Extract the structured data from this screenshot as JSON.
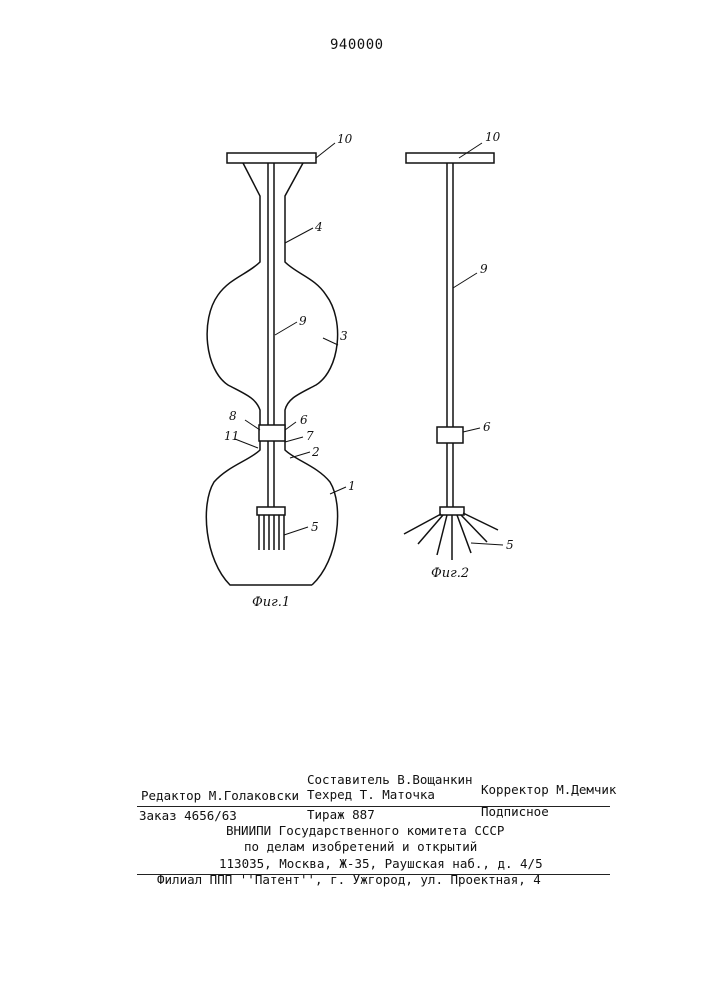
{
  "header": {
    "patent_number": "940000"
  },
  "figure1": {
    "caption": "Фиг.1",
    "labels": {
      "l10": "10",
      "l4": "4",
      "l9": "9",
      "l3": "3",
      "l8": "8",
      "l6": "6",
      "l11": "11",
      "l7": "7",
      "l2": "2",
      "l1": "1",
      "l5": "5"
    }
  },
  "figure2": {
    "caption": "Фиг.2",
    "labels": {
      "l10": "10",
      "l9": "9",
      "l6": "6",
      "l5": "5"
    }
  },
  "imprint": {
    "compiler": "Составитель В.Вощанкин",
    "editor": "Редактор М.Голаковски",
    "techred": "Техред Т. Маточка",
    "corrector": "Корректор М.Демчик",
    "order": "Заказ 4656/63",
    "circulation": "Тираж 887",
    "subscription": "Подписное",
    "org_line1": "ВНИИПИ Государственного комитета СССР",
    "org_line2": "по делам изобретений и открытий",
    "address": "113035, Москва, Ж-35, Раушская наб., д. 4/5",
    "branch": "Филиал ППП ''Патент'', г. Ужгород, ул. Проектная, 4"
  }
}
